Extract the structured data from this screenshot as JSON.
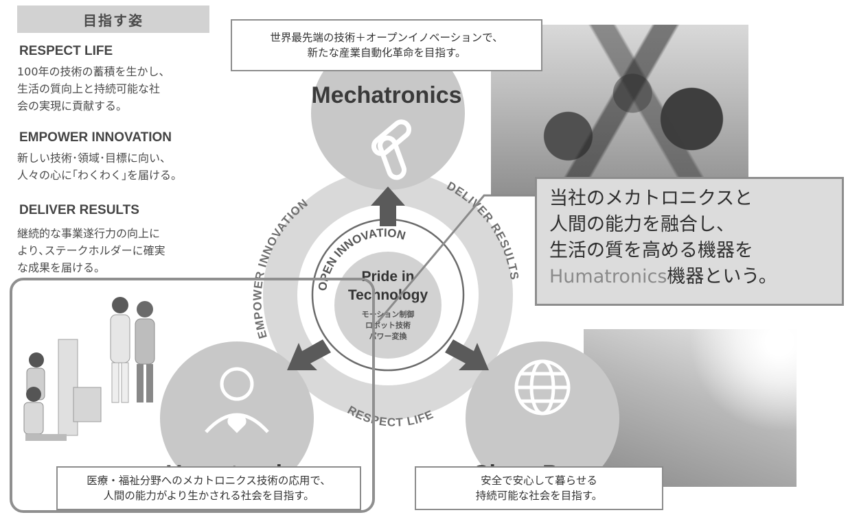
{
  "goal": {
    "header": "目指す姿",
    "values": [
      {
        "title": "RESPECT LIFE",
        "lines": [
          "100年の技術の蓄積を生かし、",
          "生活の質向上と持続可能な社",
          "会の実現に貢献する。"
        ]
      },
      {
        "title": "EMPOWER INNOVATION",
        "lines": [
          "新しい技術･領域･目標に向い、",
          "人々の心に｢わくわく｣を届ける。"
        ]
      },
      {
        "title": "DELIVER RESULTS",
        "lines": [
          "継続的な事業遂行力の向上に",
          "より､ステークホルダーに確実",
          "な成果を届ける。"
        ]
      }
    ]
  },
  "mechatronics": {
    "title": "Mechatronics",
    "callout_lines": [
      "世界最先端の技術＋オープンイノベーションで、",
      "新たな産業自動化革命を目指す。"
    ],
    "icon": "robot-arm-icon"
  },
  "humatronics": {
    "title": "Humatronics",
    "callout_lines": [
      "医療・福祉分野へのメカトロニクス技術の応用で、",
      "人間の能力がより生かされる社会を目指す。"
    ],
    "icon": "person-heart-icon"
  },
  "clean_power": {
    "title": "Clean Power",
    "callout_lines": [
      "安全で安心して暮らせる",
      "持続可能な社会を目指す。"
    ],
    "icon": "globe-icon"
  },
  "center": {
    "arc_label": "OPEN INNOVATION",
    "title_lines": [
      "Pride in",
      "Technology"
    ],
    "sub_lines": [
      "モーション制御",
      "ロボット技術",
      "パワー変換"
    ]
  },
  "ring_labels": {
    "left": "EMPOWER INNOVATION",
    "right": "DELIVER RESULTS",
    "bottom": "RESPECT LIFE"
  },
  "big_callout": {
    "lines": [
      "当社のメカトロニクスと",
      "人間の能力を融合し、",
      "生活の質を高める機器を"
    ],
    "last_highlight": "Humatronics",
    "last_rest": "機器という。"
  },
  "colors": {
    "circle_fill": "#c9c9c9",
    "ring_fill": "#d6d6d6",
    "arrow_fill": "#5a5a5a",
    "text_dark": "#333333",
    "highlight_text": "#8a8a8a"
  }
}
